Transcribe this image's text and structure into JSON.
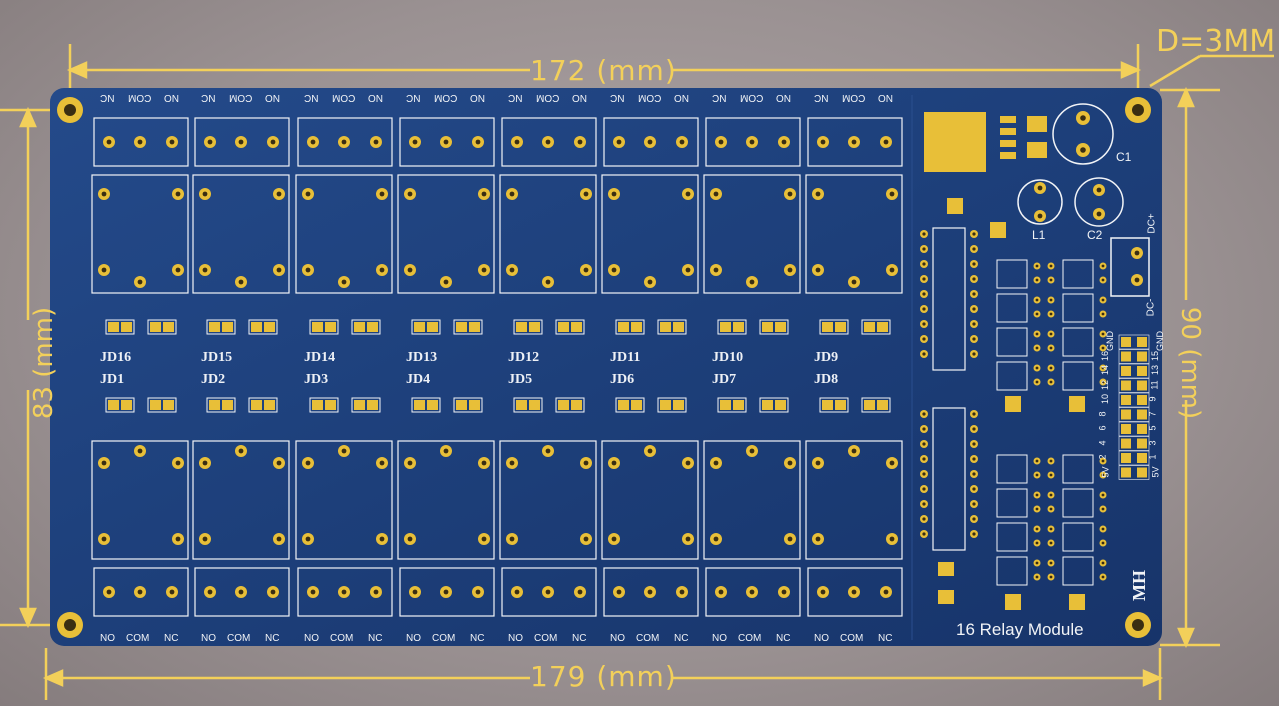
{
  "dimensions": {
    "top": "172 (mm)",
    "bottom": "179 (mm)",
    "left": "83 (mm)",
    "right": "90 (mm)",
    "hole": "D=3MM"
  },
  "board": {
    "title": "16 Relay Module",
    "brand": "MH"
  },
  "terminal_labels": {
    "no": "NO",
    "com": "COM",
    "nc": "NC"
  },
  "relays_top": [
    "JD16",
    "JD15",
    "JD14",
    "JD13",
    "JD12",
    "JD11",
    "JD10",
    "JD9"
  ],
  "relays_bottom": [
    "JD1",
    "JD2",
    "JD3",
    "JD4",
    "JD5",
    "JD6",
    "JD7",
    "JD8"
  ],
  "components": {
    "c1": "C1",
    "c2": "C2",
    "l1": "L1",
    "dc_plus": "DC+",
    "dc_minus": "DC-"
  },
  "header_pins": {
    "row_a": [
      "GND",
      "16",
      "14",
      "12",
      "10",
      "8",
      "6",
      "4",
      "2",
      "5V"
    ],
    "row_b": [
      "GND",
      "15",
      "13",
      "11",
      "9",
      "7",
      "5",
      "3",
      "1",
      "5V"
    ]
  },
  "colors": {
    "board": "#1d3f7a",
    "pad": "#e8bf38",
    "silk": "#f2f4f7",
    "dimension": "#f3d05a"
  }
}
